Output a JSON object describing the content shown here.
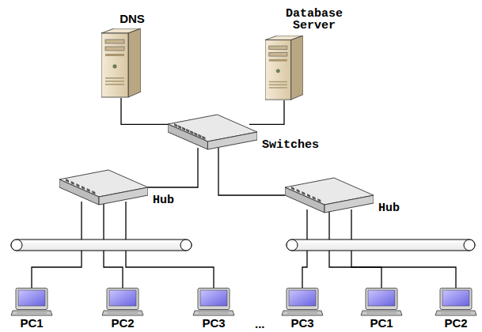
{
  "diagram": {
    "nodes": [
      {
        "text": [
          "DNS"
        ]
      },
      {
        "text": [
          "Database Server"
        ]
      },
      {
        "text": [
          "Switches"
        ]
      },
      {
        "text": [
          "Hub"
        ]
      },
      {
        "text": [
          "Hub"
        ]
      },
      {
        "text": [
          "PC1"
        ]
      },
      {
        "text": [
          "PC2"
        ]
      },
      {
        "text": [
          "PC3"
        ]
      },
      {
        "text": [
          "PC3"
        ]
      },
      {
        "text": [
          "PC1"
        ]
      },
      {
        "text": [
          "PC2"
        ]
      }
    ],
    "edges": [
      {
        "from": 0,
        "to": 2,
        "arrow": "none"
      },
      {
        "from": 1,
        "to": 2,
        "arrow": "none"
      },
      {
        "from": 2,
        "to": 3,
        "arrow": "none"
      },
      {
        "from": 2,
        "to": 4,
        "arrow": "none"
      },
      {
        "from": 3,
        "to": 5,
        "arrow": "none"
      },
      {
        "from": 3,
        "to": 6,
        "arrow": "none"
      },
      {
        "from": 3,
        "to": 7,
        "arrow": "none"
      },
      {
        "from": 4,
        "to": 8,
        "arrow": "none"
      },
      {
        "from": 4,
        "to": 9,
        "arrow": "none"
      },
      {
        "from": 4,
        "to": 10,
        "arrow": "none"
      }
    ],
    "labels": [
      "..."
    ]
  }
}
